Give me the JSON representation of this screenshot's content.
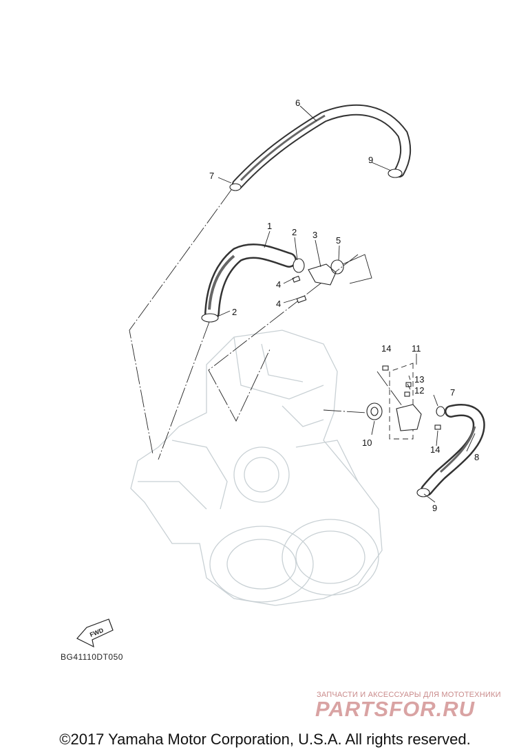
{
  "callouts": [
    "1",
    "2",
    "2",
    "3",
    "4",
    "4",
    "5",
    "6",
    "7",
    "7",
    "8",
    "9",
    "9",
    "10",
    "11",
    "12",
    "13",
    "14",
    "14"
  ],
  "fwd_label": "FWD",
  "diagram_code": "BG41110DT050",
  "watermark": {
    "tagline": "ЗАПЧАСТИ И АКСЕССУАРЫ ДЛЯ МОТОТЕХНИКИ",
    "logo": "PARTSFOR.RU"
  },
  "copyright": "©2017 Yamaha Motor Corporation, U.S.A. All rights reserved.",
  "colors": {
    "line": "#222222",
    "engine": "#c8d0d4",
    "hose": "#555555",
    "watermark": "#d9a3a3"
  }
}
